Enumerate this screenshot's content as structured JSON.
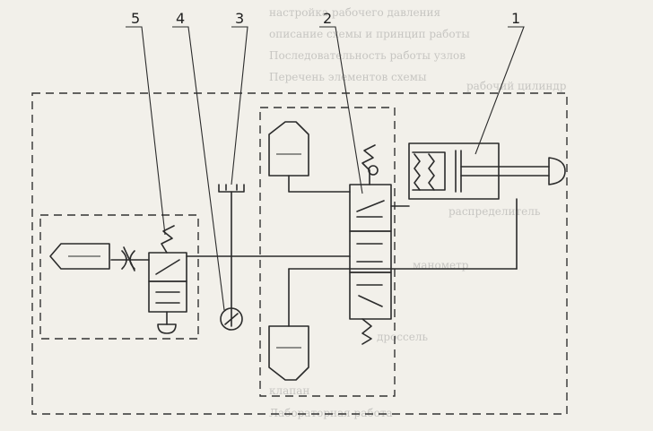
{
  "callouts": [
    {
      "id": "1",
      "text": "1"
    },
    {
      "id": "2",
      "text": "2"
    },
    {
      "id": "3",
      "text": "3"
    },
    {
      "id": "4",
      "text": "4"
    },
    {
      "id": "5",
      "text": "5"
    }
  ],
  "bleed_text": [
    "настройка рабочего давления",
    "описание схемы и принцип работы",
    "Последовательность работы узлов",
    "Перечень элементов схемы",
    "рабочий цилиндр",
    "распределитель",
    "манометр",
    "дроссель",
    "клапан",
    "Лабораторная работа"
  ],
  "colors": {
    "paper": "#f2f0ea",
    "ink": "#2b2b2b",
    "bleed": "#8a8a8a"
  }
}
